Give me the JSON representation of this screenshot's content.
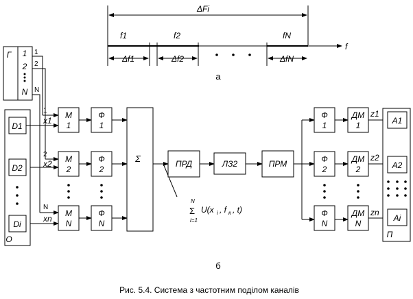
{
  "freq_axis": {
    "total": "ΔFi",
    "f1": "f1",
    "f2": "f2",
    "fN": "fN",
    "f": "f",
    "df1": "Δf1",
    "df2": "Δf2",
    "dfN": "ΔfN",
    "part": "а"
  },
  "generator": {
    "name": "Г",
    "ch1": "1",
    "ch2": "2",
    "chN": "N",
    "out1": "1",
    "out2": "2",
    "outN": "N"
  },
  "sources": {
    "group": "О",
    "d1": "D1",
    "d2": "D2",
    "di": "Di",
    "x1": "x1",
    "x2": "x2",
    "xn": "xn",
    "in1": "1",
    "in2": "2",
    "inN": "N"
  },
  "modulators": {
    "m1": "М 1",
    "m2": "М 2",
    "mn": "М N"
  },
  "filters_tx": {
    "f1": "Ф 1",
    "f2": "Ф 2",
    "fn": "Ф N"
  },
  "sum": "Σ",
  "prd": "ПРД",
  "lz": "ЛЗ2",
  "prm": "ПРМ",
  "filters_rx": {
    "f1": "Ф 1",
    "f2": "Ф 2",
    "fn": "Ф N"
  },
  "demods": {
    "d1": "ДМ 1",
    "d2": "ДМ 2",
    "dn": "ДМ N"
  },
  "outputs": {
    "z1": "z1",
    "z2": "z2",
    "zn": "zn"
  },
  "receivers": {
    "group": "П",
    "a1": "A1",
    "a2": "A2",
    "ai": "Ai"
  },
  "formula": "Σ U(xi, fк, t)",
  "part_b": "б",
  "caption": "Рис. 5.4. Система з частотним подiлом каналiв"
}
